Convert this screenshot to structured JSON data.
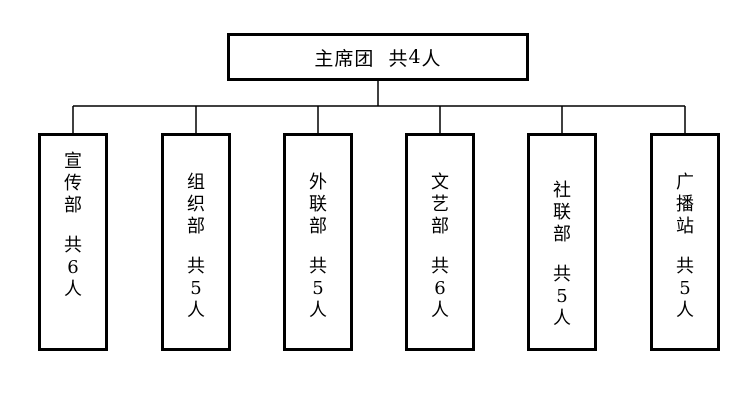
{
  "root": {
    "name": "主席团",
    "count_prefix": "共",
    "count": "4",
    "count_unit": "人"
  },
  "departments": [
    {
      "name": [
        "宣",
        "传",
        "部"
      ],
      "count_prefix": "共",
      "count": "6",
      "count_unit": "人"
    },
    {
      "name": [
        "组",
        "织",
        "部"
      ],
      "count_prefix": "共",
      "count": "5",
      "count_unit": "人"
    },
    {
      "name": [
        "外",
        "联",
        "部"
      ],
      "count_prefix": "共",
      "count": "5",
      "count_unit": "人"
    },
    {
      "name": [
        "文",
        "艺",
        "部"
      ],
      "count_prefix": "共",
      "count": "6",
      "count_unit": "人"
    },
    {
      "name": [
        "社",
        "联",
        "部"
      ],
      "count_prefix": "共",
      "count": "5",
      "count_unit": "人"
    },
    {
      "name": [
        "广",
        "播",
        "站"
      ],
      "count_prefix": "共",
      "count": "5",
      "count_unit": "人"
    }
  ]
}
